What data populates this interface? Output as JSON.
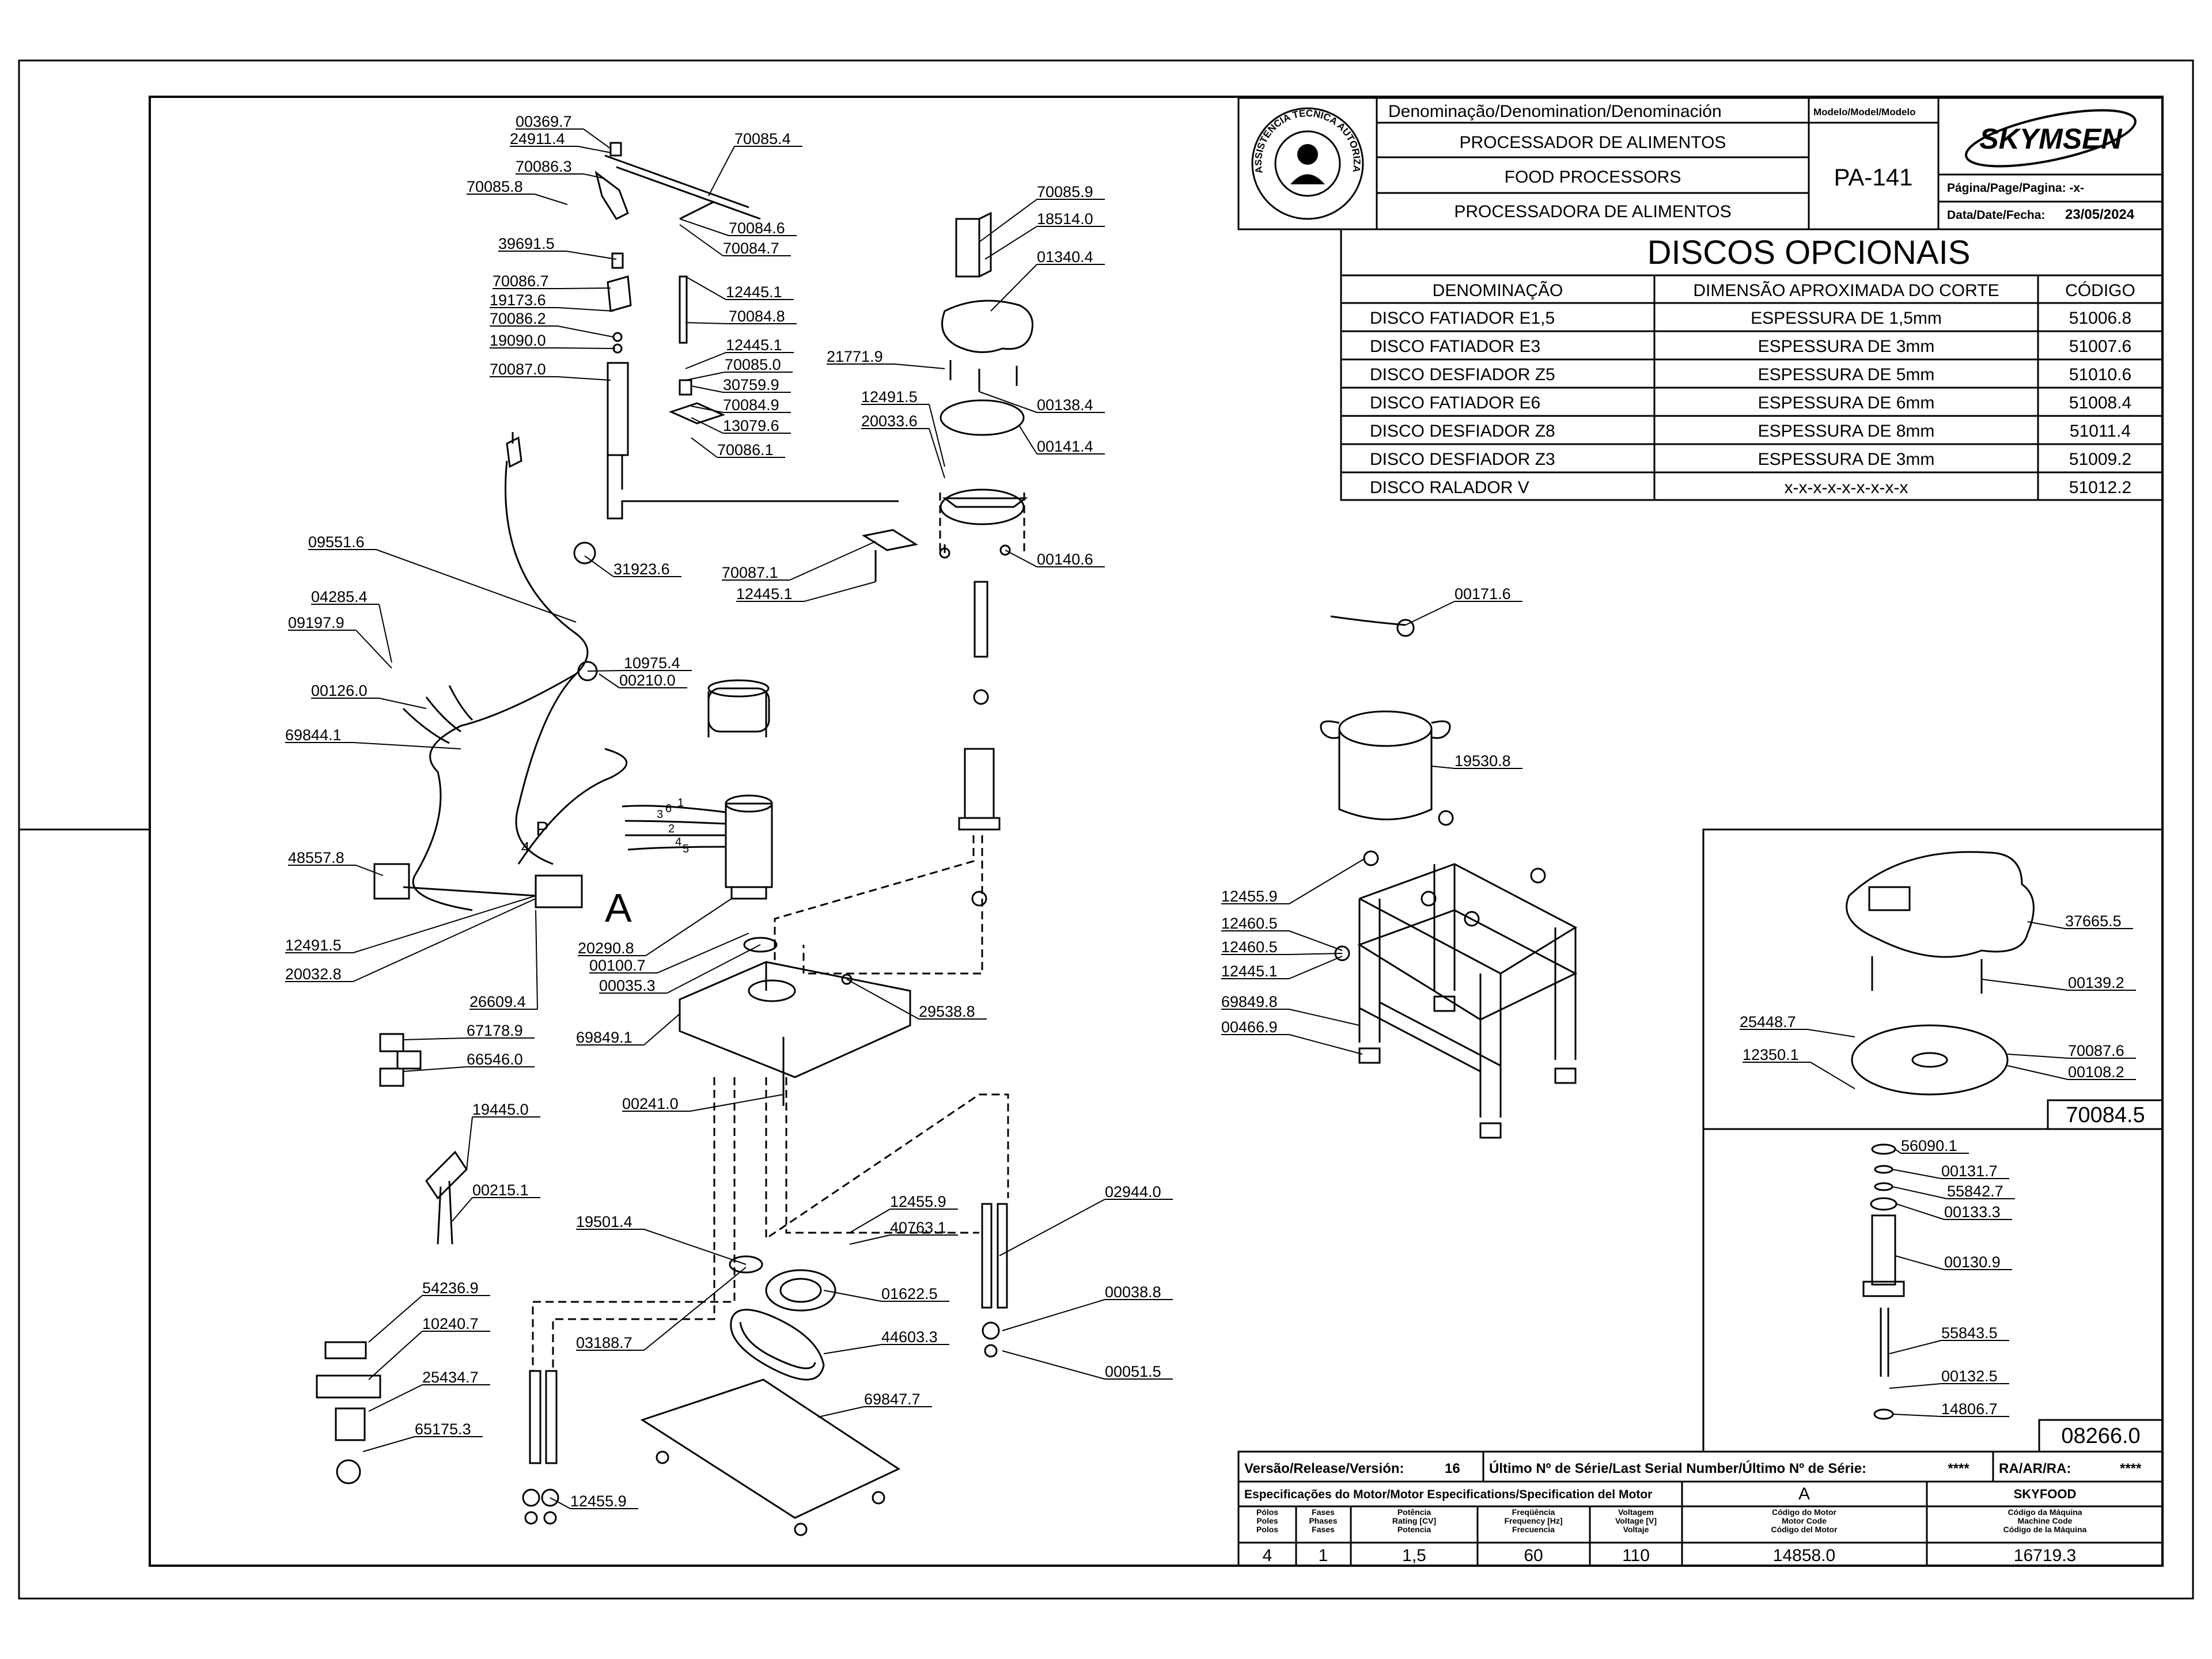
{
  "title_block": {
    "denomination_header": "Denominação/Denomination/Denominación",
    "model_header": "Modelo/Model/Modelo",
    "name_pt": "PROCESSADOR DE ALIMENTOS",
    "name_en": "FOOD PROCESSORS",
    "name_es": "PROCESSADORA DE ALIMENTOS",
    "model": "PA-141",
    "brand": "SKYMSEN",
    "page_label": "Página/Page/Pagina: -x-",
    "date_label": "Data/Date/Fecha:",
    "date": "23/05/2024",
    "seal_text": "ASSISTÊNCIA TÉCNICA AUTORIZADA"
  },
  "discs": {
    "title": "DISCOS OPCIONAIS",
    "headers": [
      "DENOMINAÇÃO",
      "DIMENSÃO APROXIMADA DO CORTE",
      "CÓDIGO"
    ],
    "rows": [
      [
        "DISCO FATIADOR E1,5",
        "ESPESSURA DE 1,5mm",
        "51006.8"
      ],
      [
        "DISCO FATIADOR E3",
        "ESPESSURA DE 3mm",
        "51007.6"
      ],
      [
        "DISCO DESFIADOR Z5",
        "ESPESSURA DE 5mm",
        "51010.6"
      ],
      [
        "DISCO FATIADOR E6",
        "ESPESSURA DE 6mm",
        "51008.4"
      ],
      [
        "DISCO DESFIADOR Z8",
        "ESPESSURA DE 8mm",
        "51011.4"
      ],
      [
        "DISCO DESFIADOR Z3",
        "ESPESSURA DE 3mm",
        "51009.2"
      ],
      [
        "DISCO RALADOR V",
        "x-x-x-x-x-x-x-x-x",
        "51012.2"
      ]
    ]
  },
  "footer": {
    "version_label": "Versão/Release/Versión:",
    "version": "16",
    "serial_label": "Último Nº de Série/Last Serial Number/Último Nº de Série:",
    "serial": "****",
    "ra_label": "RA/AR/RA:",
    "ra": "****",
    "motor_spec_label": "Especificações do Motor/Motor Especifications/Specification del Motor",
    "motor_code_letter": "A",
    "machine_name": "SKYFOOD",
    "spec_headers": [
      "Pólos\nPoles\nPolos",
      "Fases\nPhases\nFases",
      "Potência\nRating [CV]\nPotencia",
      "Freqüência\nFrequency [Hz]\nFrecuencia",
      "Voltagem\nVoltage [V]\nVoltaje",
      "Código do Motor\nMotor Code\nCódigo del Motor",
      "Código da Máquina\nMachine Code\nCódigo de la Máquina"
    ],
    "spec_values": [
      "4",
      "1",
      "1,5",
      "60",
      "110",
      "14858.0",
      "16719.3"
    ]
  },
  "callouts": [
    {
      "text": "00369.7"
    },
    {
      "text": "24911.4"
    },
    {
      "text": "70085.4"
    },
    {
      "text": "70086.3"
    },
    {
      "text": "70085.8"
    },
    {
      "text": "70084.6"
    },
    {
      "text": "70084.7"
    },
    {
      "text": "39691.5"
    },
    {
      "text": "70086.7"
    },
    {
      "text": "19173.6"
    },
    {
      "text": "70086.2"
    },
    {
      "text": "19090.0"
    },
    {
      "text": "70087.0"
    },
    {
      "text": "12445.1"
    },
    {
      "text": "70084.8"
    },
    {
      "text": "12445.1"
    },
    {
      "text": "70085.0"
    },
    {
      "text": "30759.9"
    },
    {
      "text": "70084.9"
    },
    {
      "text": "13079.6"
    },
    {
      "text": "70086.1"
    },
    {
      "text": "70085.9"
    },
    {
      "text": "18514.0"
    },
    {
      "text": "01340.4"
    },
    {
      "text": "21771.9"
    },
    {
      "text": "12491.5"
    },
    {
      "text": "20033.6"
    },
    {
      "text": "00138.4"
    },
    {
      "text": "00141.4"
    },
    {
      "text": "09551.6"
    },
    {
      "text": "31923.6"
    },
    {
      "text": "70087.1"
    },
    {
      "text": "12445.1"
    },
    {
      "text": "00140.6"
    },
    {
      "text": "04285.4"
    },
    {
      "text": "09197.9"
    },
    {
      "text": "00126.0"
    },
    {
      "text": "10975.4"
    },
    {
      "text": "00210.0"
    },
    {
      "text": "69844.1"
    },
    {
      "text": "48557.8"
    },
    {
      "text": "12491.5"
    },
    {
      "text": "20032.8"
    },
    {
      "text": "20290.8"
    },
    {
      "text": "00100.7"
    },
    {
      "text": "00035.3"
    },
    {
      "text": "26609.4"
    },
    {
      "text": "29538.8"
    },
    {
      "text": "67178.9"
    },
    {
      "text": "69849.1"
    },
    {
      "text": "66546.0"
    },
    {
      "text": "00241.0"
    },
    {
      "text": "19445.0"
    },
    {
      "text": "00215.1"
    },
    {
      "text": "19501.4"
    },
    {
      "text": "12455.9"
    },
    {
      "text": "40763.1"
    },
    {
      "text": "02944.0"
    },
    {
      "text": "01622.5"
    },
    {
      "text": "00038.8"
    },
    {
      "text": "54236.9"
    },
    {
      "text": "10240.7"
    },
    {
      "text": "03188.7"
    },
    {
      "text": "44603.3"
    },
    {
      "text": "00051.5"
    },
    {
      "text": "25434.7"
    },
    {
      "text": "69847.7"
    },
    {
      "text": "65175.3"
    },
    {
      "text": "12455.9"
    },
    {
      "text": "00171.6"
    },
    {
      "text": "19530.8"
    },
    {
      "text": "12455.9"
    },
    {
      "text": "12460.5"
    },
    {
      "text": "12460.5"
    },
    {
      "text": "12445.1"
    },
    {
      "text": "69849.8"
    },
    {
      "text": "00466.9"
    },
    {
      "text": "37665.5"
    },
    {
      "text": "00139.2"
    },
    {
      "text": "25448.7"
    },
    {
      "text": "12350.1"
    },
    {
      "text": "70087.6"
    },
    {
      "text": "00108.2"
    },
    {
      "text": "56090.1"
    },
    {
      "text": "00131.7"
    },
    {
      "text": "55842.7"
    },
    {
      "text": "00133.3"
    },
    {
      "text": "00130.9"
    },
    {
      "text": "55843.5"
    },
    {
      "text": "00132.5"
    },
    {
      "text": "14806.7"
    }
  ],
  "box_labels": {
    "disc_assembly": "70084.5",
    "shaft_assembly": "08266.0"
  },
  "wiring_labels": {
    "detail_letter": "A",
    "p_mark": "P",
    "num_4": "4",
    "wire_1": "1",
    "wire_2": "2",
    "wire_3": "3",
    "wire_4": "4",
    "wire_5": "5",
    "wire_6": "6"
  }
}
